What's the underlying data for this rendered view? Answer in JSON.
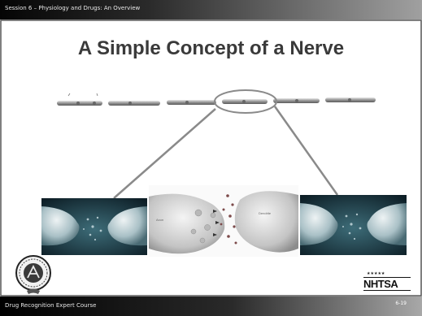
{
  "header": {
    "session_title": "Session 6 – Physiology and Drugs: An Overview"
  },
  "slide": {
    "title": "A Simple Concept of a Nerve",
    "slide_number": "6-19"
  },
  "footer": {
    "course_name": "Drug Recognition Expert Course"
  },
  "logos": {
    "right_logo_text": "NHTSA",
    "right_logo_stars": "★★★★★",
    "left_logo": "seal-emblem"
  },
  "diagram": {
    "presynaptic_label": "Axon",
    "postsynaptic_label": "Dendrite",
    "colors": {
      "accent": "#8a8a8a",
      "title": "#3a3a3a",
      "panel_bg": "#1e3a45"
    }
  }
}
